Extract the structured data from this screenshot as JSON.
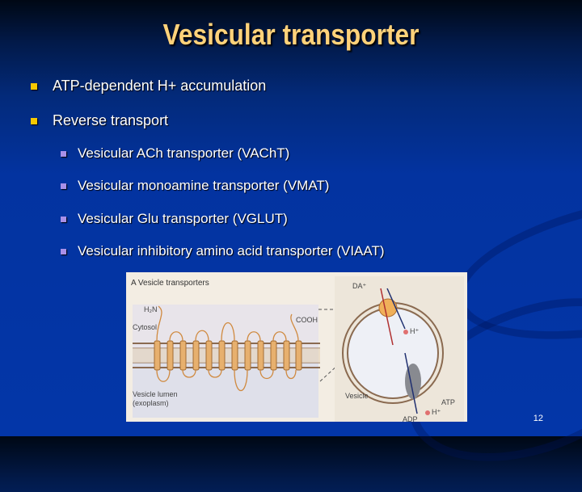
{
  "slide": {
    "title": "Vesicular transporter",
    "page_number": "12",
    "colors": {
      "title": "#ffd27a",
      "background": "#0336a8",
      "bullet_level1": "#f7c800",
      "bullet_level2": "#a890e8"
    }
  },
  "bullets": [
    {
      "level": 1,
      "text": "ATP-dependent H+ accumulation"
    },
    {
      "level": 1,
      "text": "Reverse transport"
    },
    {
      "level": 2,
      "text": "Vesicular ACh transporter (VAChT)"
    },
    {
      "level": 2,
      "text": "Vesicular monoamine transporter (VMAT)"
    },
    {
      "level": 2,
      "text": "Vesicular Glu transporter (VGLUT)"
    },
    {
      "level": 2,
      "text": "Vesicular inhibitory amino acid transporter (VIAAT)"
    }
  ],
  "figure": {
    "panel_title": "A  Vesicle transporters",
    "labels": {
      "h2n": "H₂N",
      "cytosol": "Cytosol",
      "cooh": "COOH",
      "lumen": "Vesicle lumen",
      "exoplasm": "(exoplasm)",
      "da": "DA⁺",
      "h_inside": "H⁺",
      "vesicle": "Vesicle",
      "atp": "ATP",
      "h_outside": "H⁺",
      "adp": "ADP"
    }
  }
}
